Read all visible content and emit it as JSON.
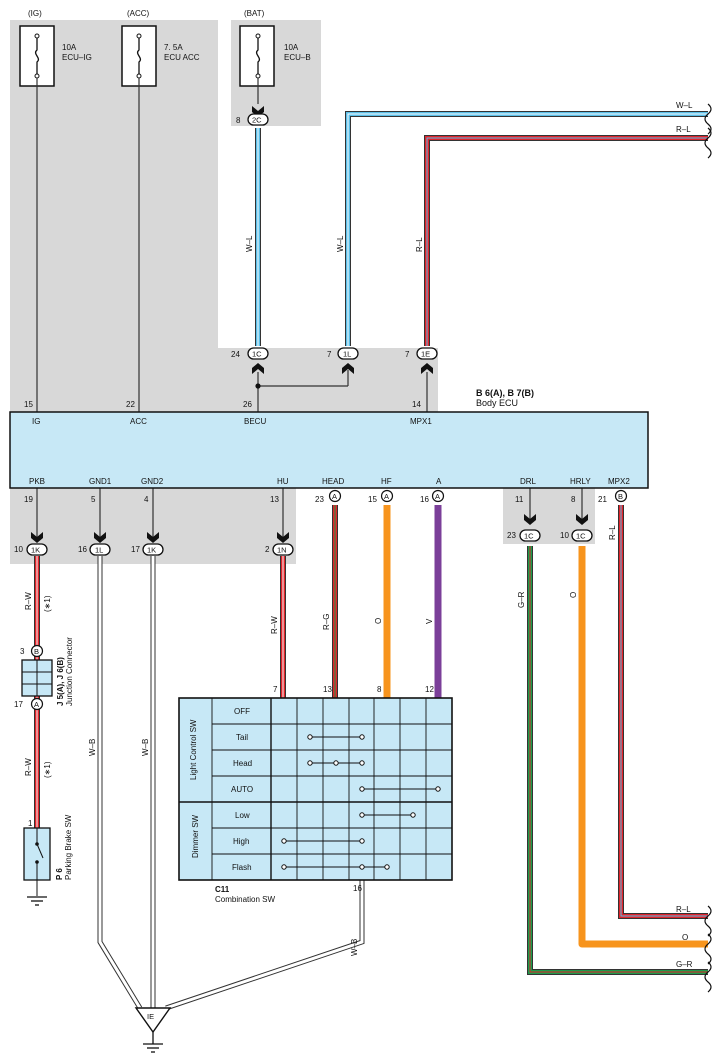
{
  "fuses": [
    {
      "supply": "(IG)",
      "rating": "10A",
      "name": "ECU–IG"
    },
    {
      "supply": "(ACC)",
      "rating": "7. 5A",
      "name": "ECU ACC"
    },
    {
      "supply": "(BAT)",
      "rating": "10A",
      "name": "ECU–B"
    }
  ],
  "ecu": {
    "ids": "B 6(A), B 7(B)",
    "title": "Body ECU",
    "top_pins": [
      {
        "num": "15",
        "name": "IG"
      },
      {
        "num": "22",
        "name": "ACC"
      },
      {
        "num": "26",
        "name": "BECU"
      },
      {
        "num": "14",
        "name": "MPX1"
      }
    ],
    "bottom_pins": [
      {
        "num": "19",
        "name": "PKB"
      },
      {
        "num": "5",
        "name": "GND1"
      },
      {
        "num": "4",
        "name": "GND2"
      },
      {
        "num": "13",
        "name": "HU"
      },
      {
        "num": "23",
        "name": "HEAD",
        "conn": "A"
      },
      {
        "num": "15",
        "name": "HF",
        "conn": "A"
      },
      {
        "num": "16",
        "name": "A",
        "conn": "A"
      },
      {
        "num": "11",
        "name": "DRL"
      },
      {
        "num": "8",
        "name": "HRLY"
      },
      {
        "num": "21",
        "name": "MPX2",
        "conn": "B"
      }
    ]
  },
  "connectors": {
    "c_2c": {
      "pin": "8",
      "id": "2C"
    },
    "c_24_1c": {
      "pin": "24",
      "id": "1C"
    },
    "c_7_1l": {
      "pin": "7",
      "id": "1L"
    },
    "c_7_1e": {
      "pin": "7",
      "id": "1E"
    },
    "c_10_1k": {
      "pin": "10",
      "id": "1K"
    },
    "c_16_1l": {
      "pin": "16",
      "id": "1L"
    },
    "c_17_1k": {
      "pin": "17",
      "id": "1K"
    },
    "c_2_1n": {
      "pin": "2",
      "id": "1N"
    },
    "c_23_1c": {
      "pin": "23",
      "id": "1C"
    },
    "c_10_1c": {
      "pin": "10",
      "id": "1C"
    }
  },
  "wires": {
    "w_l": "W–L",
    "r_l": "R–L",
    "r_w": "R–W",
    "w_b": "W–B",
    "r_g": "R–G",
    "o": "O",
    "v": "V",
    "g_r": "G–R",
    "note": "(∗1)"
  },
  "junction": {
    "id": "J 5(A), J 6(B)",
    "name": "Junction Connector",
    "pin_top": "3",
    "conn_top": "B",
    "pin_bottom": "17",
    "conn_bottom": "A"
  },
  "parking_brake": {
    "id": "P 6",
    "name": "Parking Brake SW",
    "pin": "1"
  },
  "combination_sw": {
    "id": "C11",
    "name": "Combination SW",
    "top_pins": [
      "7",
      "13",
      "8",
      "12"
    ],
    "bottom_pin": "16",
    "groups": [
      "Light Control SW",
      "Dimmer SW"
    ],
    "positions": [
      "OFF",
      "Tail",
      "Head",
      "AUTO",
      "Low",
      "High",
      "Flash"
    ]
  },
  "ground": {
    "id": "IE"
  },
  "colors": {
    "panel": "#d8d8d8",
    "ecu_fill": "#c7e8f6",
    "red": "#e0242b",
    "blue": "#5bbfe8",
    "orange": "#f7941d",
    "violet": "#7b3f99",
    "green": "#1e9a4a"
  }
}
